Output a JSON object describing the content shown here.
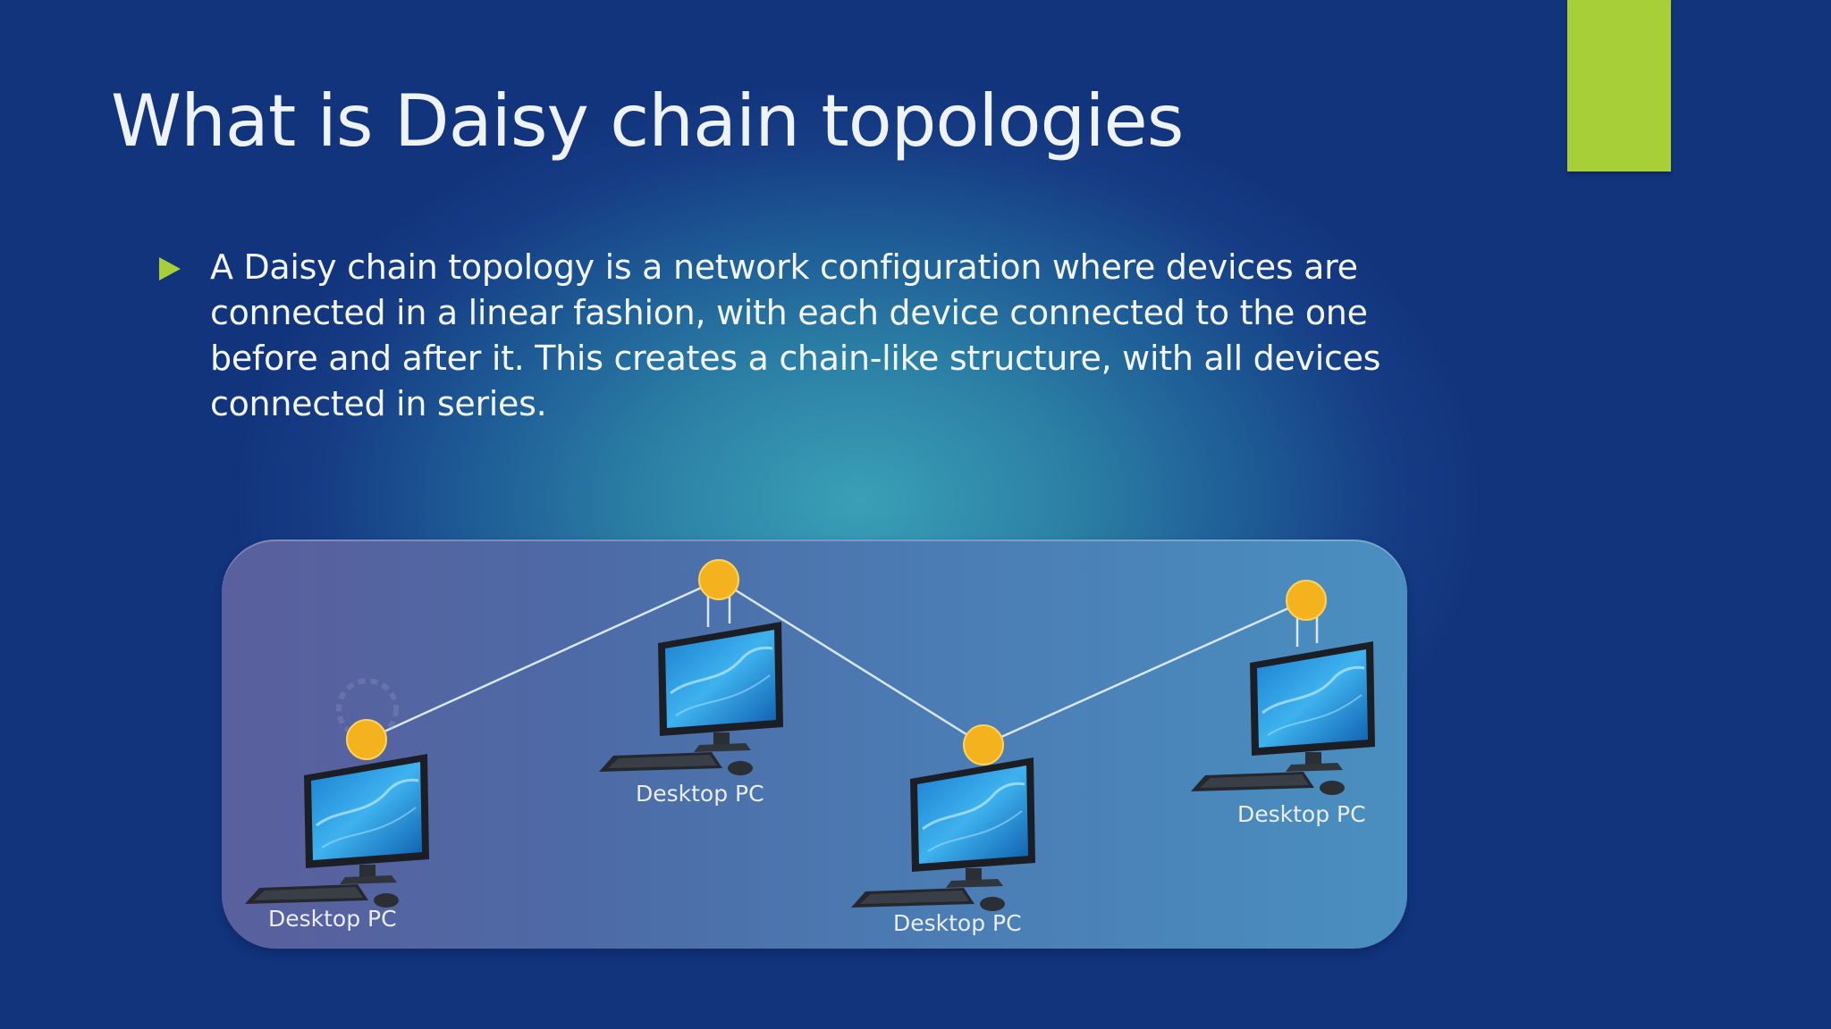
{
  "slide": {
    "title": "What is Daisy chain topologies",
    "bullet": "A Daisy chain topology is a network configuration where devices are connected in a linear fashion, with each device connected to the one before and after it. This creates a chain-like structure, with all devices connected in series.",
    "accent_color": "#a6cf38"
  },
  "diagram": {
    "nodes": [
      {
        "label": "Desktop PC"
      },
      {
        "label": "Desktop PC"
      },
      {
        "label": "Desktop PC"
      },
      {
        "label": "Desktop PC"
      }
    ]
  }
}
